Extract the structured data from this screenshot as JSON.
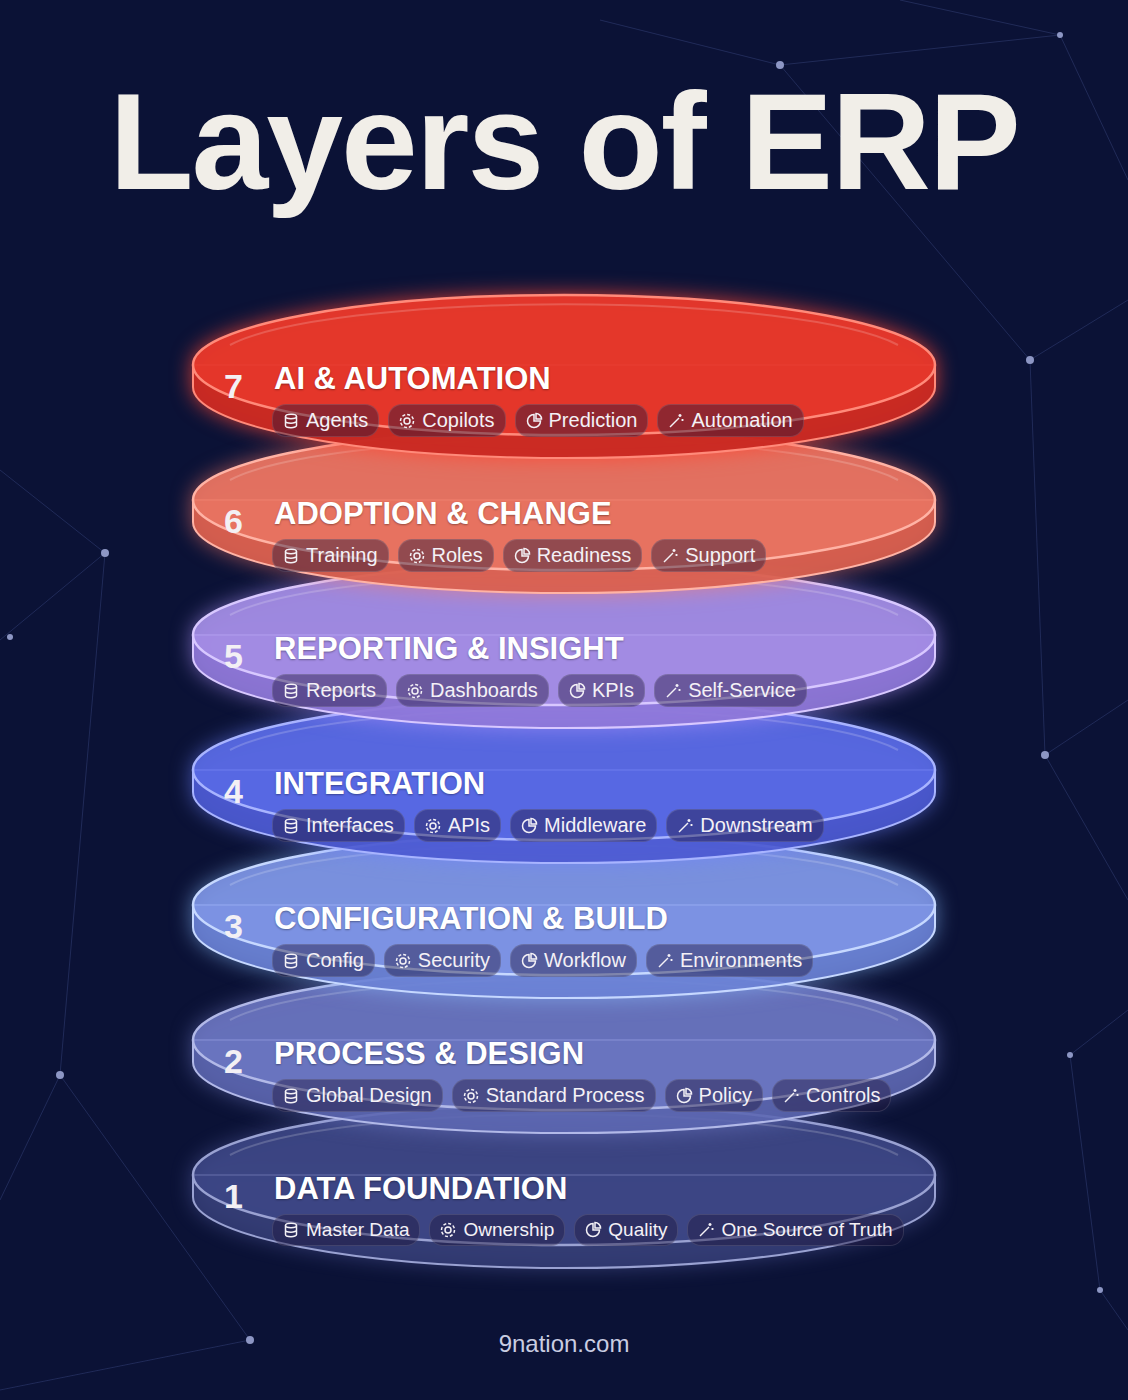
{
  "diagram": {
    "title": "Layers of ERP",
    "nodes": [
      {
        "text": [
          "7",
          "AI & AUTOMATION"
        ]
      },
      {
        "text": [
          "Agents"
        ],
        "in": 0
      },
      {
        "text": [
          "Copilots"
        ],
        "in": 0
      },
      {
        "text": [
          "Prediction"
        ],
        "in": 0
      },
      {
        "text": [
          "Automation"
        ],
        "in": 0
      },
      {
        "text": [
          "6",
          "ADOPTION & CHANGE"
        ]
      },
      {
        "text": [
          "Training"
        ],
        "in": 5
      },
      {
        "text": [
          "Roles"
        ],
        "in": 5
      },
      {
        "text": [
          "Readiness"
        ],
        "in": 5
      },
      {
        "text": [
          "Support"
        ],
        "in": 5
      },
      {
        "text": [
          "5",
          "REPORTING & INSIGHT"
        ]
      },
      {
        "text": [
          "Reports"
        ],
        "in": 10
      },
      {
        "text": [
          "Dashboards"
        ],
        "in": 10
      },
      {
        "text": [
          "KPIs"
        ],
        "in": 10
      },
      {
        "text": [
          "Self-Service"
        ],
        "in": 10
      },
      {
        "text": [
          "4",
          "INTEGRATION"
        ]
      },
      {
        "text": [
          "Interfaces"
        ],
        "in": 15
      },
      {
        "text": [
          "APIs"
        ],
        "in": 15
      },
      {
        "text": [
          "Middleware"
        ],
        "in": 15
      },
      {
        "text": [
          "Downstream"
        ],
        "in": 15
      },
      {
        "text": [
          "3",
          "CONFIGURATION & BUILD"
        ]
      },
      {
        "text": [
          "Config"
        ],
        "in": 20
      },
      {
        "text": [
          "Security"
        ],
        "in": 20
      },
      {
        "text": [
          "Workflow"
        ],
        "in": 20
      },
      {
        "text": [
          "Environments"
        ],
        "in": 20
      },
      {
        "text": [
          "2",
          "PROCESS & DESIGN"
        ]
      },
      {
        "text": [
          "Global Design"
        ],
        "in": 25
      },
      {
        "text": [
          "Standard Process"
        ],
        "in": 25
      },
      {
        "text": [
          "Policy"
        ],
        "in": 25
      },
      {
        "text": [
          "Controls"
        ],
        "in": 25
      },
      {
        "text": [
          "1",
          "DATA FOUNDATION"
        ]
      },
      {
        "text": [
          "Master Data"
        ],
        "in": 30
      },
      {
        "text": [
          "Ownership"
        ],
        "in": 30
      },
      {
        "text": [
          "Quality"
        ],
        "in": 30
      },
      {
        "text": [
          "One Source of Truth"
        ],
        "in": 30
      }
    ],
    "labels": [
      "9nation.com"
    ]
  }
}
